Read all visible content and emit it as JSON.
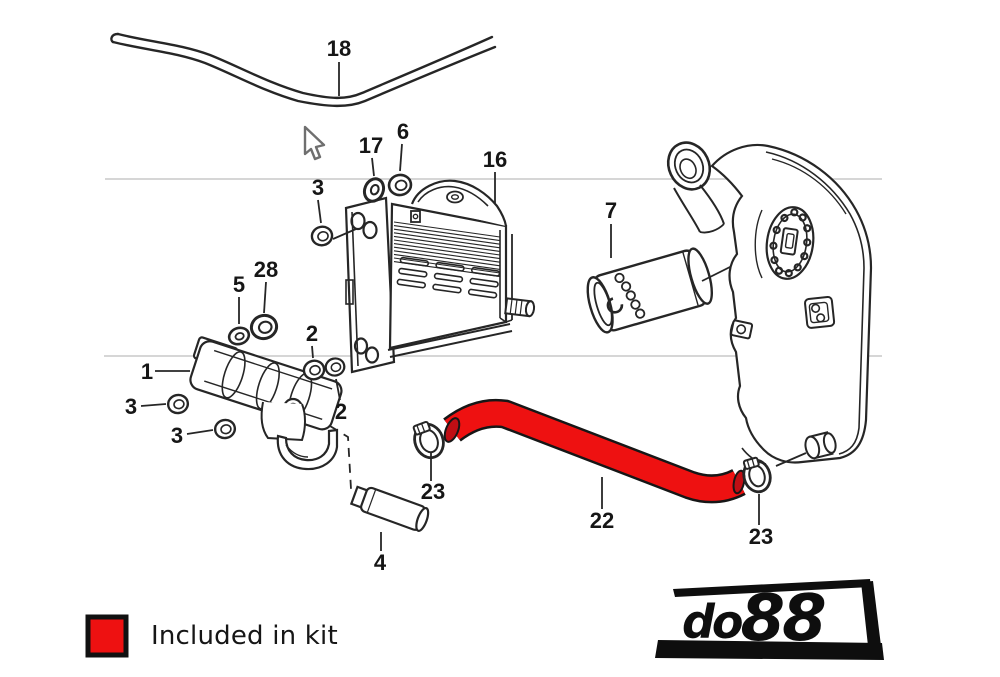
{
  "diagram": {
    "title_hint": "exploded oil cooler parts diagram",
    "highlight_color": "#ee1111",
    "highlight_dark": "#bf0e14",
    "guide_line_color": "#c9c9c9",
    "line_color": "#262626",
    "part_labels": [
      {
        "number": "18"
      },
      {
        "number": "17"
      },
      {
        "number": "6"
      },
      {
        "number": "16"
      },
      {
        "number": "3"
      },
      {
        "number": "7"
      },
      {
        "number": "5"
      },
      {
        "number": "28"
      },
      {
        "number": "2"
      },
      {
        "number": "1"
      },
      {
        "number": "3"
      },
      {
        "number": "3"
      },
      {
        "number": "2"
      },
      {
        "number": "23"
      },
      {
        "number": "4"
      },
      {
        "number": "22"
      },
      {
        "number": "23"
      }
    ]
  },
  "legend": {
    "swatch_color": "#ee1111",
    "label": "Included in kit"
  },
  "logo": {
    "text": "do88",
    "text_small": "do",
    "text_large": "88"
  }
}
